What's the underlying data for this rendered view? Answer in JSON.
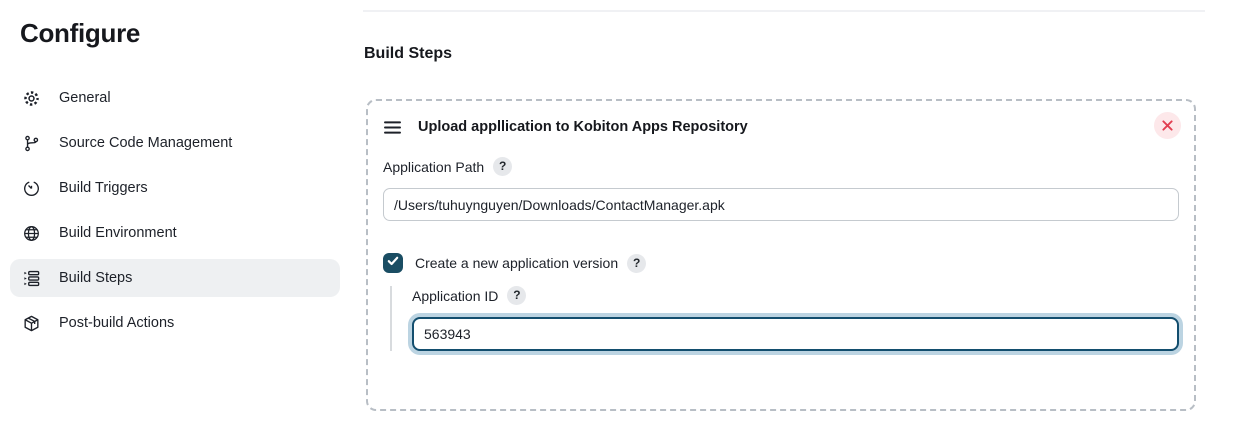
{
  "sidebar": {
    "title": "Configure",
    "active_item": "Build Steps",
    "items": [
      {
        "label": "General",
        "icon": "gear-icon"
      },
      {
        "label": "Source Code Management",
        "icon": "branch-icon"
      },
      {
        "label": "Build Triggers",
        "icon": "clock-icon"
      },
      {
        "label": "Build Environment",
        "icon": "globe-icon"
      },
      {
        "label": "Build Steps",
        "icon": "list-icon"
      },
      {
        "label": "Post-build Actions",
        "icon": "package-icon"
      }
    ]
  },
  "main": {
    "heading": "Build Steps",
    "card": {
      "title": "Upload appllication to Kobiton Apps Repository",
      "application_path": {
        "label": "Application Path",
        "help": "?",
        "value": "/Users/tuhuynguyen/Downloads/ContactManager.apk"
      },
      "create_version": {
        "label": "Create a new application version",
        "help": "?",
        "checked": true
      },
      "application_id": {
        "label": "Application ID",
        "help": "?",
        "value": "563943"
      }
    }
  },
  "colors": {
    "checkbox_checked": "#1a4d63",
    "focus_border": "#134e6e",
    "focus_ring": "#bcd4e2",
    "danger": "#e23e51",
    "danger_bg": "#fde8ea",
    "active_item_bg": "#eef0f2",
    "dashed_border": "#b8bec5"
  }
}
